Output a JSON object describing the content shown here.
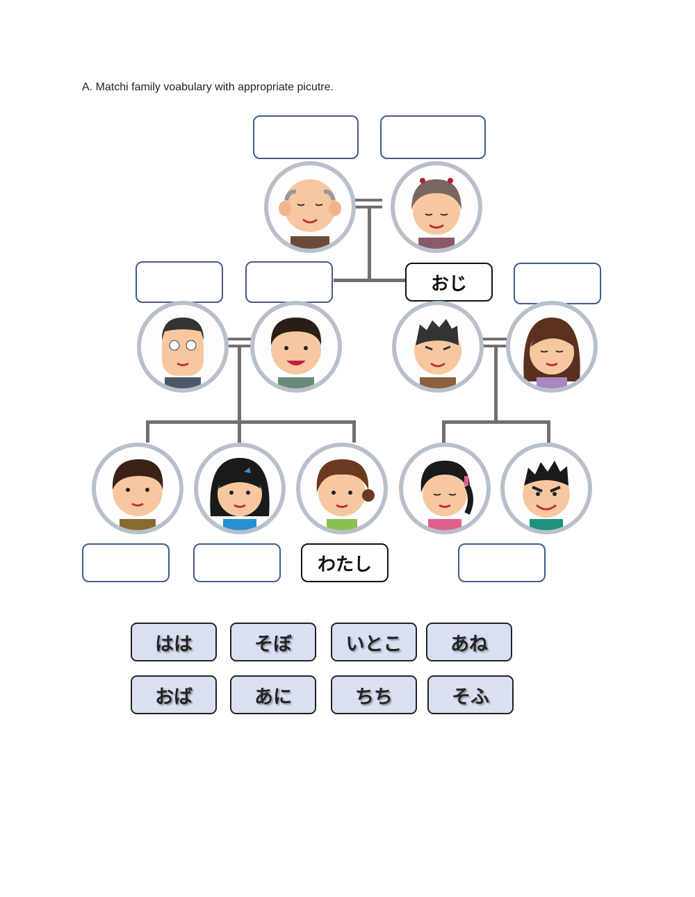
{
  "instruction": "A. Matchi family voabulary with appropriate picutre.",
  "family_tree": {
    "grandparents": [
      {
        "id": "grandfather",
        "label": ""
      },
      {
        "id": "grandmother",
        "label": ""
      }
    ],
    "parents_row": [
      {
        "id": "father",
        "label": ""
      },
      {
        "id": "mother",
        "label": ""
      },
      {
        "id": "uncle",
        "label": "おじ"
      },
      {
        "id": "aunt",
        "label": ""
      }
    ],
    "children_row": [
      {
        "id": "older-brother",
        "label": ""
      },
      {
        "id": "older-sister",
        "label": ""
      },
      {
        "id": "me",
        "label": "わたし"
      },
      {
        "id": "cousin-girl",
        "label": ""
      },
      {
        "id": "cousin-boy",
        "label": ""
      }
    ],
    "cousin_group_label": ""
  },
  "word_bank": {
    "row1": [
      "はは",
      "そぼ",
      "いとこ",
      "あね"
    ],
    "row2": [
      "おば",
      "あに",
      "ちち",
      "そふ"
    ]
  },
  "colors": {
    "box_border": "#3f5a8c",
    "tile_fill": "#d9e0f1",
    "connector": "#707070",
    "face_ring": "#b8c0cc"
  }
}
